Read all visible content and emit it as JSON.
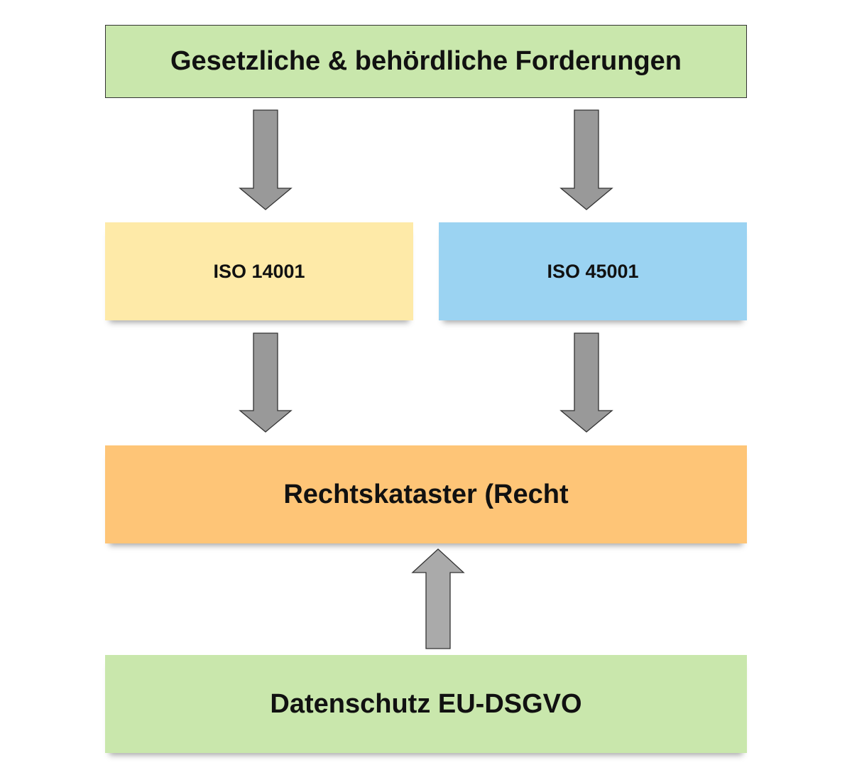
{
  "diagram": {
    "top_box": "Gesetzliche & behördliche Forderungen",
    "iso_14001": "ISO 14001",
    "iso_45001": "ISO 45001",
    "register_box": "Rechtskataster (Recht",
    "privacy_box": "Datenschutz EU-DSGVO"
  },
  "colors": {
    "green": "#c9e7ac",
    "yellow": "#feeaa8",
    "blue": "#9bd3f2",
    "orange": "#fec577",
    "arrow": "#999999"
  }
}
